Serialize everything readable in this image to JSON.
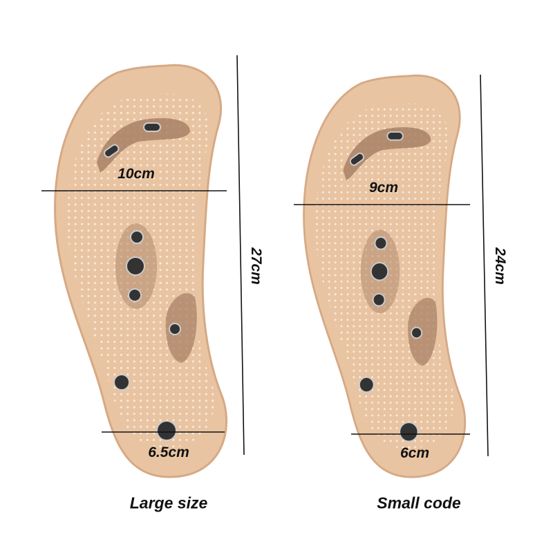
{
  "large": {
    "width_label": "10cm",
    "length_label": "27cm",
    "heel_label": "6.5cm",
    "caption": "Large size"
  },
  "small": {
    "width_label": "9cm",
    "length_label": "24cm",
    "heel_label": "6cm",
    "caption": "Small code"
  },
  "colors": {
    "insole": "#e9c4a2",
    "insole_edge": "#d9ad88",
    "pocket": "#a88166",
    "magnet": "#3a3a3a",
    "line": "#111111"
  }
}
